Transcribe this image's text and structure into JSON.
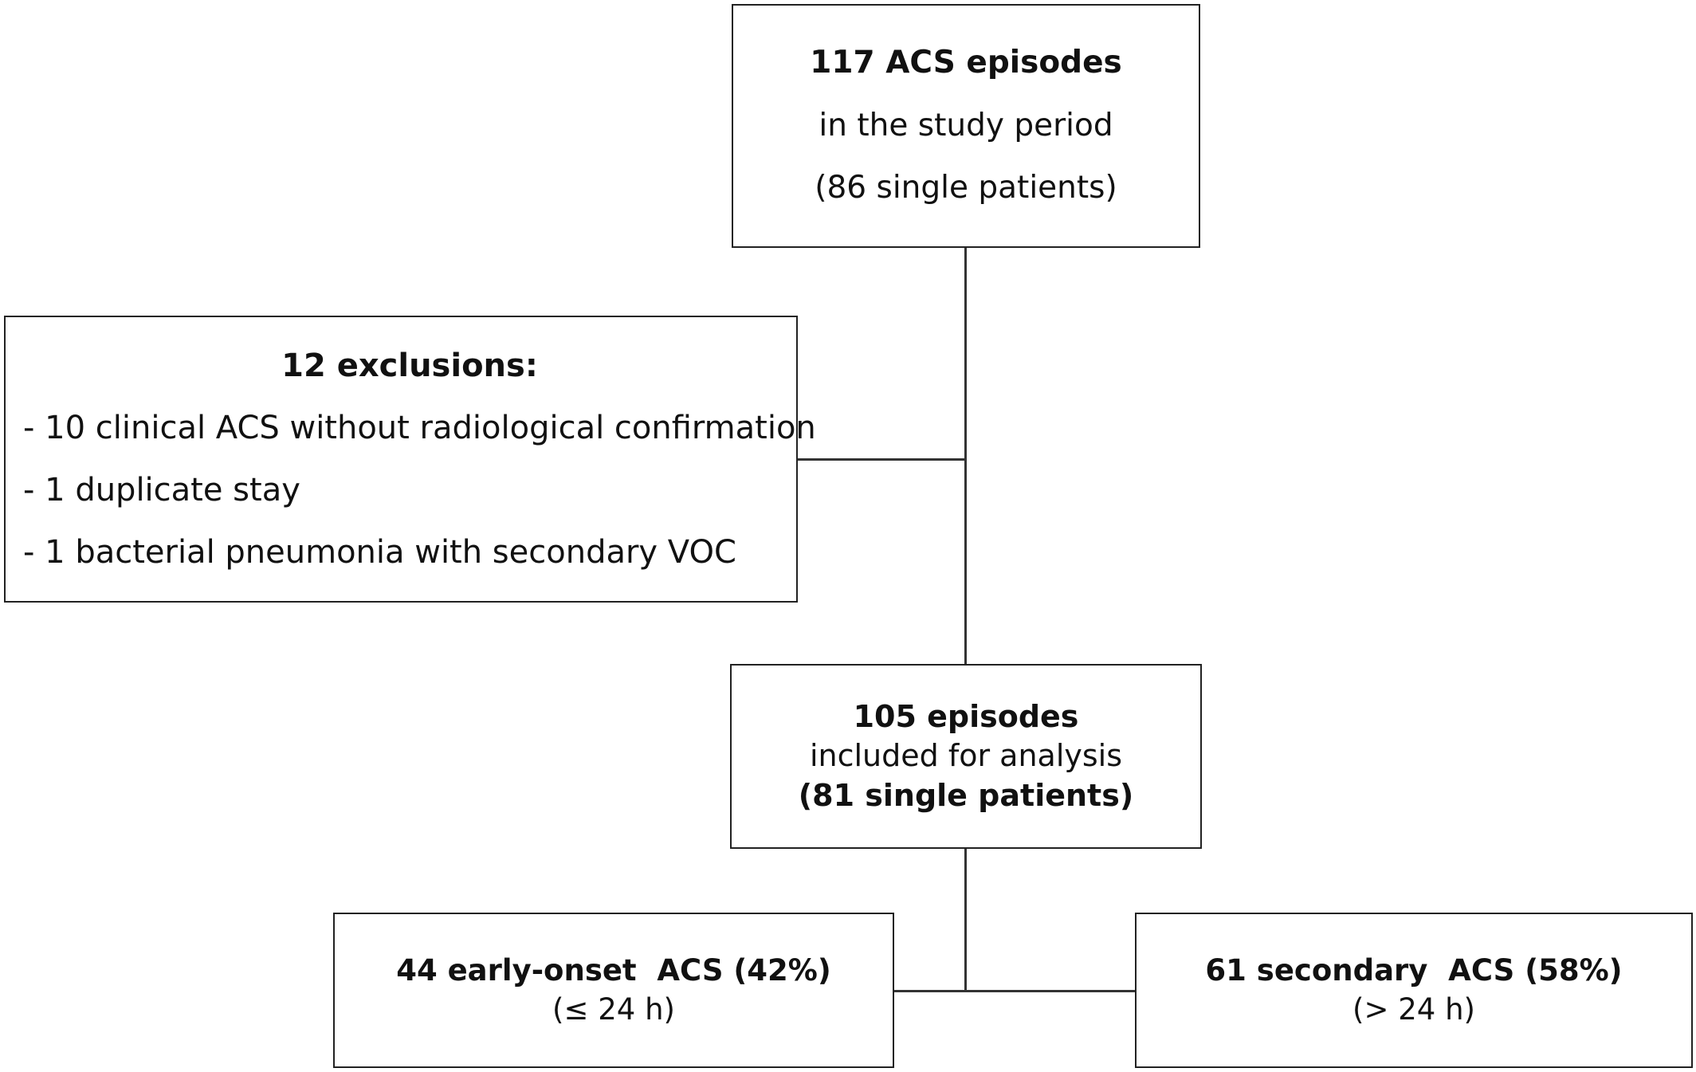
{
  "flowchart": {
    "top_box": {
      "count_line": "117 ACS episodes",
      "period_line": "in the study period",
      "patients_line": "(86 single patients)"
    },
    "exclusions_box": {
      "title": "12 exclusions:",
      "items": [
        "- 10 clinical ACS without radiological confirmation",
        "- 1 duplicate stay",
        "- 1 bacterial pneumonia with secondary VOC"
      ]
    },
    "included_box": {
      "count_line": "105 episodes",
      "analysis_line": "included for analysis",
      "patients_line": "(81 single patients)"
    },
    "early_box": {
      "label": "44 early-onset  ACS (42%)",
      "timing": "(≤ 24 h)"
    },
    "secondary_box": {
      "label": "61 secondary  ACS (58%)",
      "timing": "(> 24 h)"
    }
  }
}
